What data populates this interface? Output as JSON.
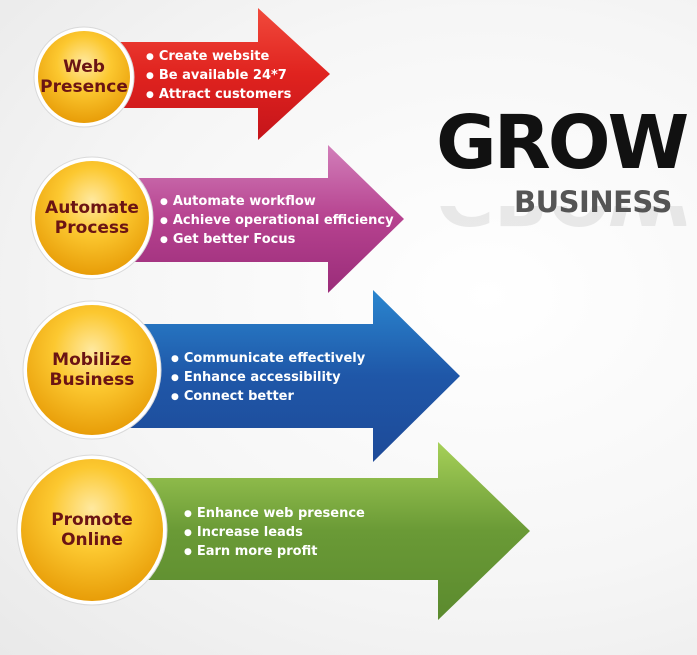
{
  "heading": {
    "title": "GROW",
    "subtitle": "BUSINESS"
  },
  "colors": {
    "red": "#e0231f",
    "magenta": "#b6428f",
    "blue": "#1f57a8",
    "green": "#6a9a36",
    "circle": "#f6b518",
    "circle_text": "#6b1414"
  },
  "stages": [
    {
      "label": "Web\nPresence",
      "color": "#e0231f",
      "bullets": [
        "Create website",
        "Be available 24*7",
        "Attract customers"
      ]
    },
    {
      "label": "Automate\nProcess",
      "color": "#b6428f",
      "bullets": [
        "Automate workflow",
        "Achieve operational efficiency",
        "Get better Focus"
      ]
    },
    {
      "label": "Mobilize\nBusiness",
      "color": "#1f57a8",
      "bullets": [
        "Communicate effectively",
        "Enhance accessibility",
        "Connect better"
      ]
    },
    {
      "label": "Promote\nOnline",
      "color": "#6a9a36",
      "bullets": [
        "Enhance web presence",
        "Increase leads",
        "Earn more profit"
      ]
    }
  ]
}
